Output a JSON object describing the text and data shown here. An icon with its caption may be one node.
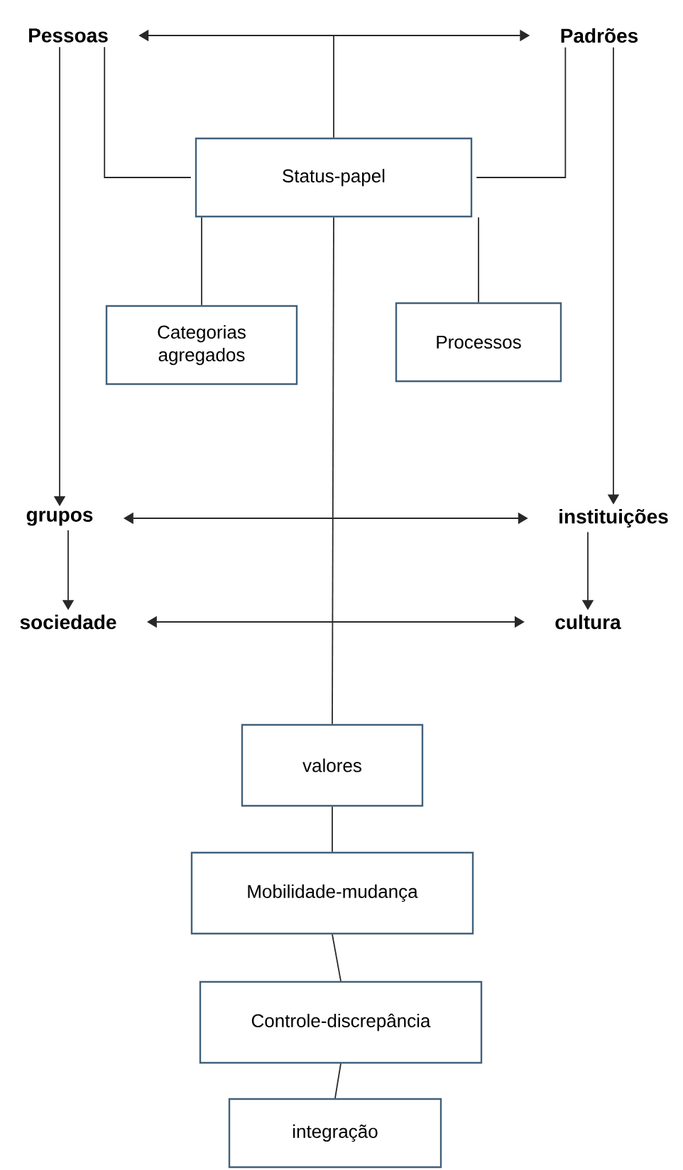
{
  "diagram": {
    "nodes": [
      {
        "text": [
          "Pessoas"
        ]
      },
      {
        "text": [
          "Padrões"
        ]
      },
      {
        "text": [
          "Status-papel"
        ]
      },
      {
        "text": [
          "Categorias agregados"
        ]
      },
      {
        "text": [
          "Processos"
        ]
      },
      {
        "text": [
          "grupos"
        ]
      },
      {
        "text": [
          "instituições"
        ]
      },
      {
        "text": [
          "sociedade"
        ]
      },
      {
        "text": [
          "cultura"
        ]
      },
      {
        "text": [
          "valores"
        ]
      },
      {
        "text": [
          "Mobilidade-mudança"
        ]
      },
      {
        "text": [
          "Controle-discrepância"
        ]
      },
      {
        "text": [
          "integração"
        ]
      }
    ],
    "edges": [
      {
        "from": 0,
        "to": 1,
        "arrow": "both"
      },
      {
        "from": null,
        "to": 2,
        "arrow": "none"
      },
      {
        "from": 0,
        "to": 2,
        "arrow": "none"
      },
      {
        "from": 1,
        "to": 2,
        "arrow": "none"
      },
      {
        "from": 2,
        "to": 3,
        "arrow": "none"
      },
      {
        "from": 2,
        "to": 4,
        "arrow": "none"
      },
      {
        "from": 0,
        "to": 5,
        "arrow": "to"
      },
      {
        "from": 1,
        "to": 6,
        "arrow": "to"
      },
      {
        "from": 2,
        "to": 9,
        "arrow": "none"
      },
      {
        "from": 5,
        "to": 6,
        "arrow": "both"
      },
      {
        "from": 5,
        "to": 7,
        "arrow": "to"
      },
      {
        "from": 6,
        "to": 8,
        "arrow": "to"
      },
      {
        "from": 7,
        "to": 8,
        "arrow": "both"
      },
      {
        "from": 9,
        "to": 10,
        "arrow": "none"
      },
      {
        "from": 10,
        "to": 11,
        "arrow": "none"
      },
      {
        "from": 11,
        "to": 12,
        "arrow": "none"
      }
    ]
  }
}
